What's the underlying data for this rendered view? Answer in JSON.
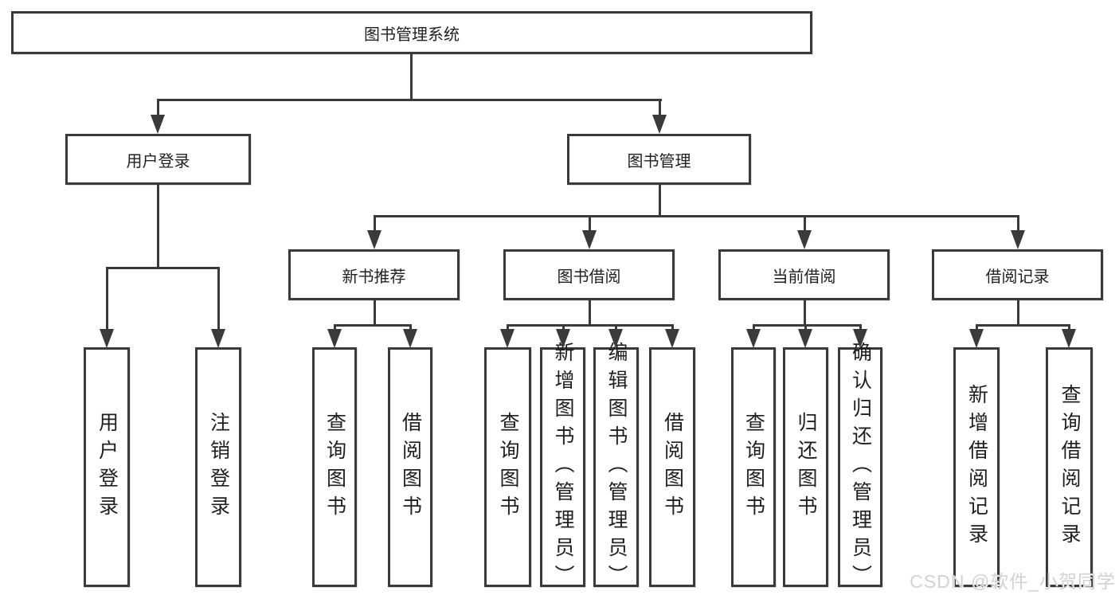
{
  "nodes": {
    "root": "图书管理系统",
    "level2": [
      "用户登录",
      "图书管理"
    ],
    "level3": [
      "新书推荐",
      "图书借阅",
      "当前借阅",
      "借阅记录"
    ],
    "leaves": [
      "用户登录",
      "注销登录",
      "查询图书",
      "借阅图书",
      "查询图书",
      "新增图书（管理员）",
      "编辑图书（管理员）",
      "借阅图书",
      "查询图书",
      "归还图书",
      "确认归还（管理员）",
      "新增借阅记录",
      "查询借阅记录"
    ]
  },
  "hierarchy": {
    "图书管理系统": {
      "用户登录": [
        "用户登录",
        "注销登录"
      ],
      "图书管理": {
        "新书推荐": [
          "查询图书",
          "借阅图书"
        ],
        "图书借阅": [
          "查询图书",
          "新增图书（管理员）",
          "编辑图书（管理员）",
          "借阅图书"
        ],
        "当前借阅": [
          "查询图书",
          "归还图书",
          "确认归还（管理员）"
        ],
        "借阅记录": [
          "新增借阅记录",
          "查询借阅记录"
        ]
      }
    }
  },
  "colors": {
    "line": "#3a3a3a",
    "text": "#1f1f1f",
    "background": "#ffffff",
    "watermark": "#d2d2d2"
  },
  "watermark": {
    "text": "CSDN @软件_小贺同学"
  }
}
